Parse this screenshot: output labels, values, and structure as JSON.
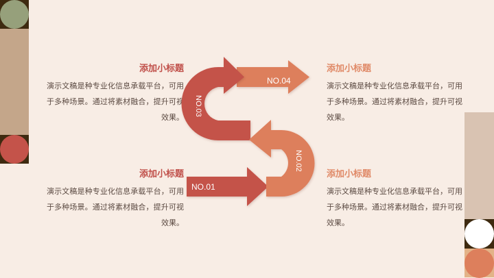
{
  "colors": {
    "background": "#f8ede5",
    "red_accent": "#c4534a",
    "orange_accent": "#dd7f5c",
    "body_text": "#5b4a42",
    "title_left": "#c0504a",
    "title_right": "#e08a68",
    "left_strip_dark": "#3e2a10",
    "left_strip_tan": "#c4a68a",
    "left_circle_green": "#96a07b",
    "left_circle_red": "#c4534a",
    "right_strip_tan": "#d9c3b2",
    "right_strip_dark": "#3e2a10",
    "right_circle_white": "#ffffff",
    "right_block_tan": "#e3b388",
    "right_circle_orange": "#dd7f5c"
  },
  "diagram": {
    "type": "s-shaped-process-arrows",
    "steps": [
      {
        "label": "NO.01"
      },
      {
        "label": "NO.02"
      },
      {
        "label": "NO.03"
      },
      {
        "label": "NO.04"
      }
    ]
  },
  "blocks": {
    "top_left": {
      "title": "添加小标题",
      "body": "演示文稿是种专业化信息承载平台，可用于多种场景。通过将素材融合，提升可视效果。"
    },
    "bottom_left": {
      "title": "添加小标题",
      "body": "演示文稿是种专业化信息承载平台，可用于多种场景。通过将素材融合，提升可视效果。"
    },
    "top_right": {
      "title": "添加小标题",
      "body": "演示文稿是种专业化信息承载平台，可用于多种场景。通过将素材融合，提升可视效果。"
    },
    "bottom_right": {
      "title": "添加小标题",
      "body": "演示文稿是种专业化信息承载平台，可用于多种场景。通过将素材融合，提升可视效果。"
    }
  }
}
